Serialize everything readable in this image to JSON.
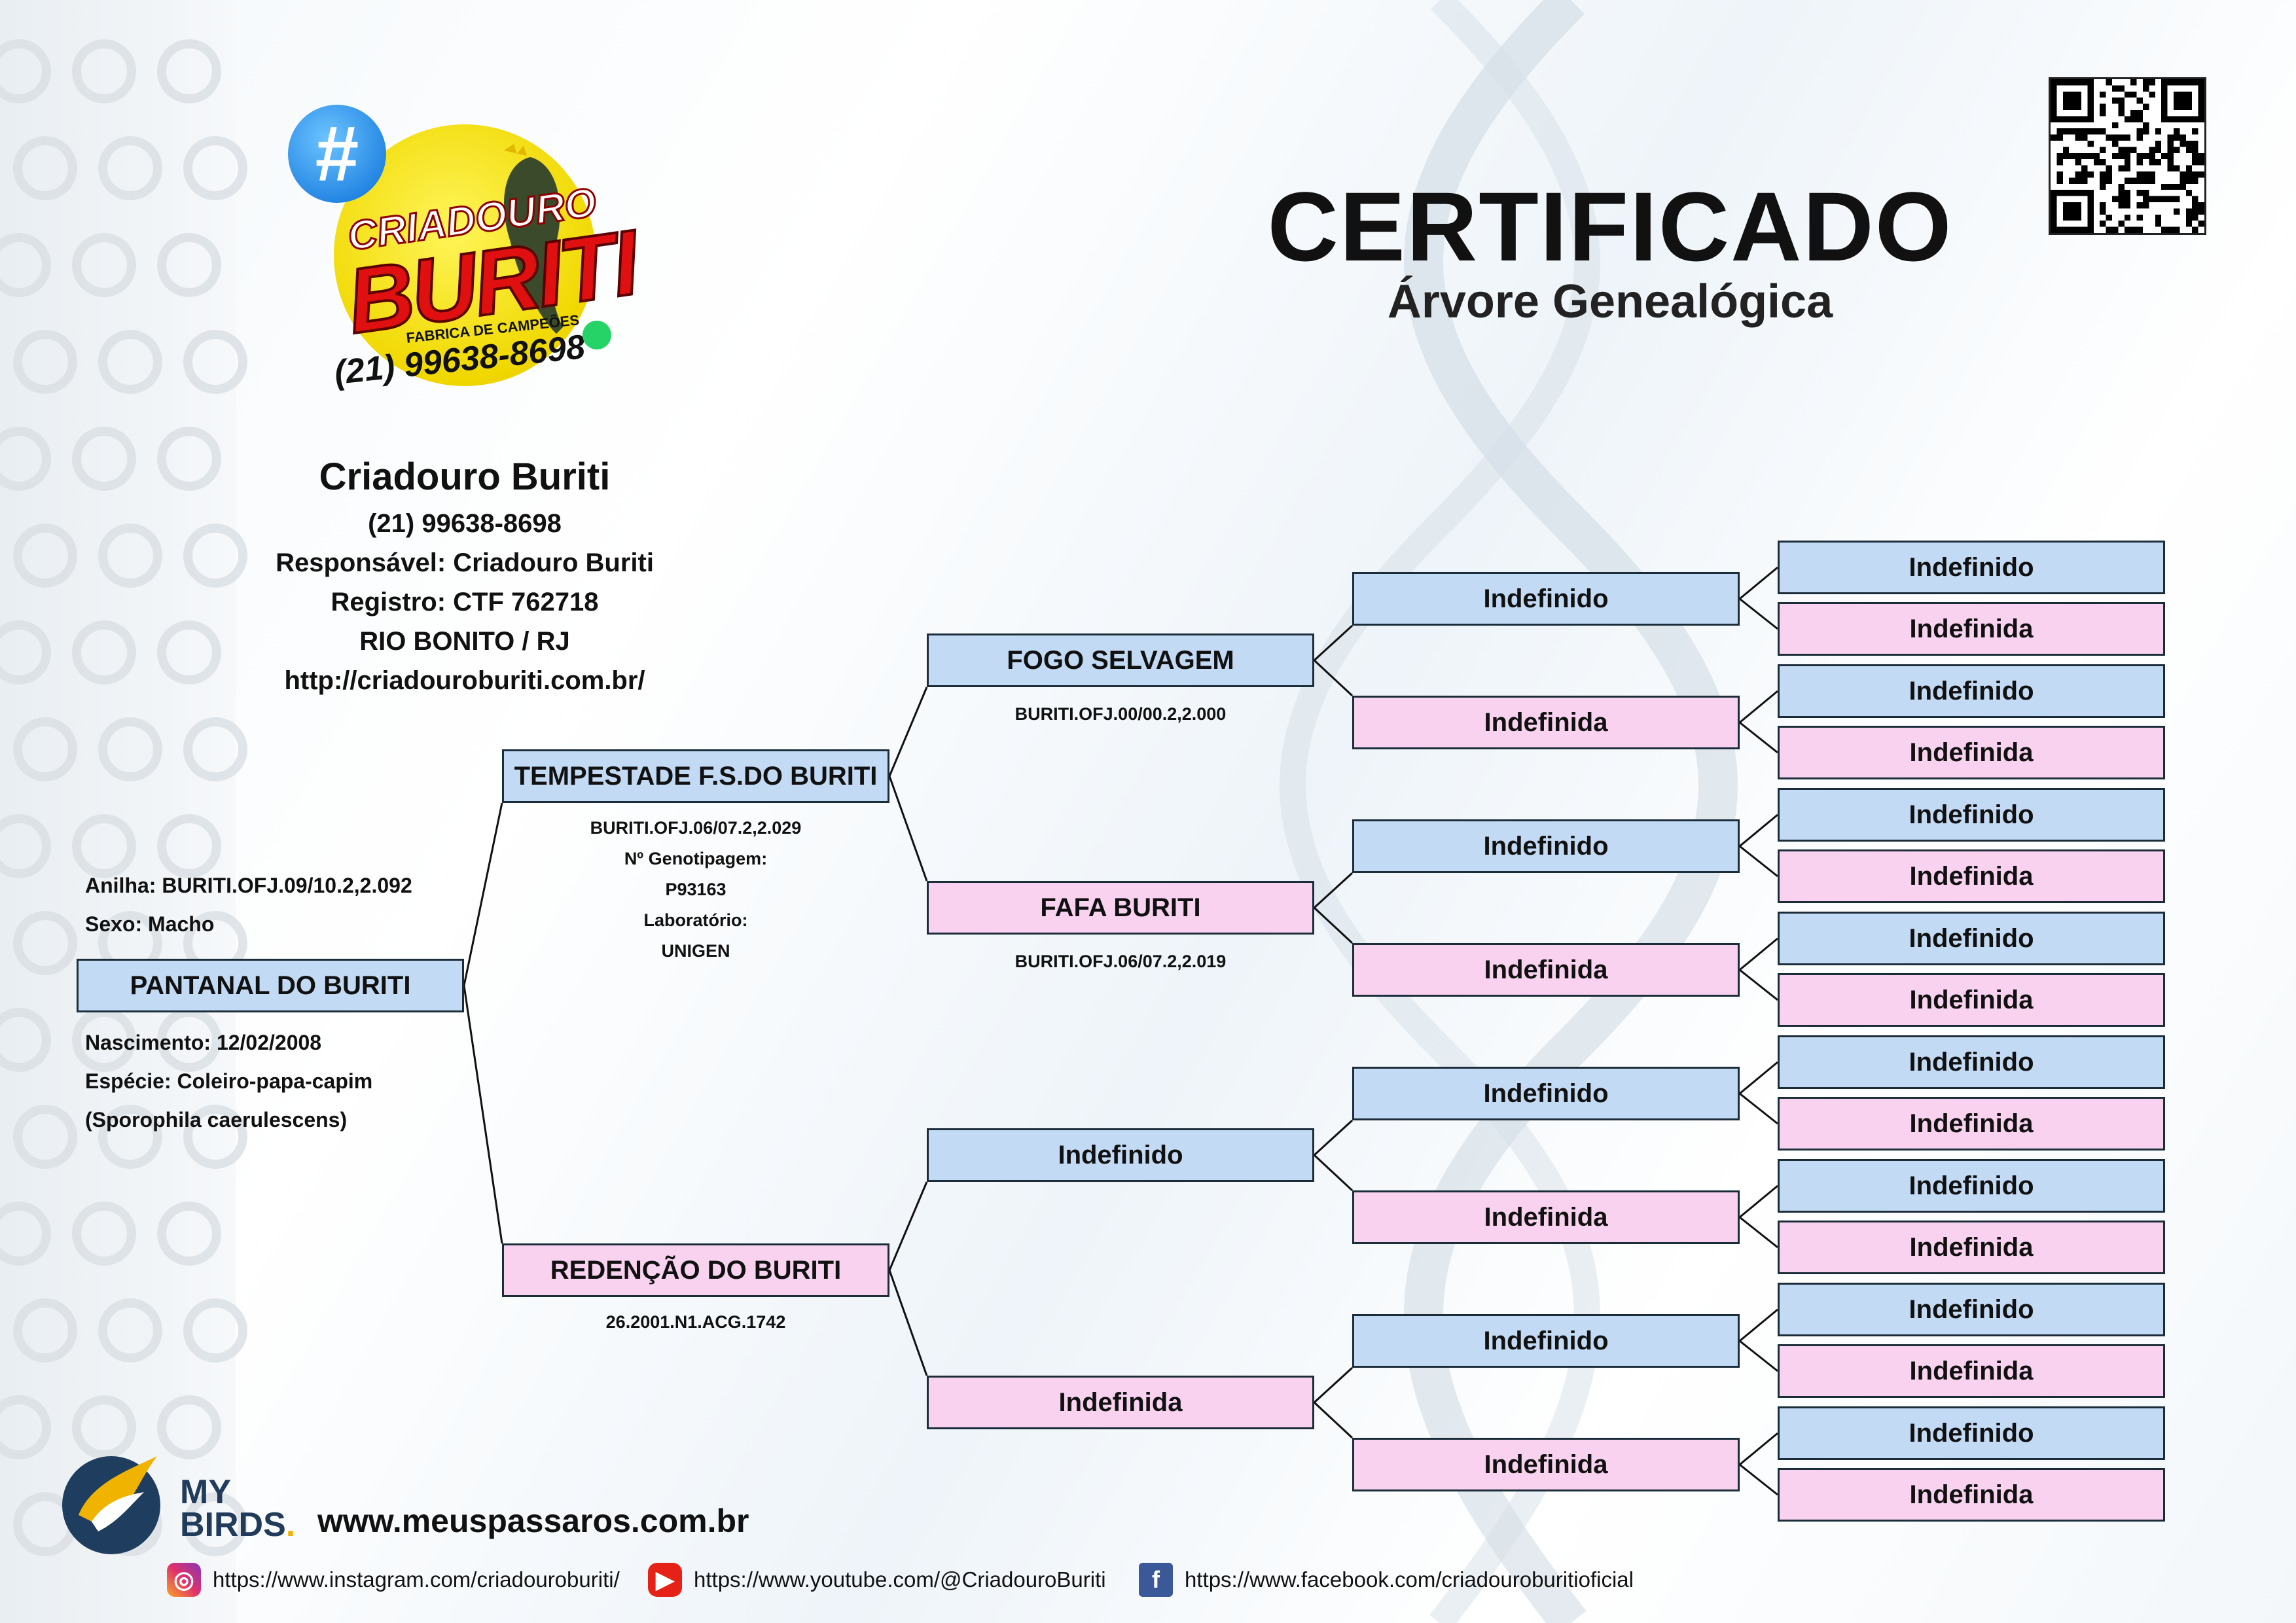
{
  "header": {
    "title": "CERTIFICADO",
    "subtitle": "Árvore Genealógica"
  },
  "logo": {
    "hashtag": "#",
    "line1": "CRIADOURO",
    "line2": "BURITI",
    "line3": "FABRICA DE CAMPEÕES",
    "phone": "(21) 99638-8698"
  },
  "breeder": {
    "name": "Criadouro Buriti",
    "phone": "(21) 99638-8698",
    "responsible": "Responsável: Criadouro Buriti",
    "registry": "Registro: CTF 762718",
    "location": "RIO BONITO / RJ",
    "website": "http://criadouroburiti.com.br/"
  },
  "bird": {
    "ring": "Anilha: BURITI.OFJ.09/10.2,2.092",
    "sex": "Sexo: Macho",
    "name": "PANTANAL DO BURITI",
    "birth": "Nascimento: 12/02/2008",
    "species": "Espécie: Coleiro-papa-capim",
    "scientific": "(Sporophila caerulescens)"
  },
  "parents": {
    "father": {
      "name": "TEMPESTADE F.S.DO BURITI",
      "ring": "BURITI.OFJ.06/07.2,2.029",
      "genotype_label": "Nº Genotipagem:",
      "genotype": "P93163",
      "lab_label": "Laboratório:",
      "lab": "UNIGEN"
    },
    "mother": {
      "name": "REDENÇÃO DO BURITI",
      "ring": "26.2001.N1.ACG.1742"
    }
  },
  "grandparents": [
    {
      "name": "FOGO SELVAGEM",
      "ring": "BURITI.OFJ.00/00.2,2.000"
    },
    {
      "name": "FAFA BURITI",
      "ring": "BURITI.OFJ.06/07.2,2.019"
    },
    {
      "name": "Indefinido",
      "ring": ""
    },
    {
      "name": "Indefinida",
      "ring": ""
    }
  ],
  "great_grandparents": [
    "Indefinido",
    "Indefinida",
    "Indefinido",
    "Indefinida",
    "Indefinido",
    "Indefinida",
    "Indefinido",
    "Indefinida"
  ],
  "great_great_grandparents": [
    "Indefinido",
    "Indefinida",
    "Indefinido",
    "Indefinida",
    "Indefinido",
    "Indefinida",
    "Indefinido",
    "Indefinida",
    "Indefinido",
    "Indefinida",
    "Indefinido",
    "Indefinida",
    "Indefinido",
    "Indefinida",
    "Indefinido",
    "Indefinida"
  ],
  "footer": {
    "brand_line1": "MY",
    "brand_line2": "BIRDS",
    "brand_dot": ".",
    "site": "www.meuspassaros.com.br",
    "instagram": "https://www.instagram.com/criadouroburiti/",
    "youtube": "https://www.youtube.com/@CriadouroBuriti",
    "facebook": "https://www.facebook.com/criadouroburitioficial"
  },
  "colors": {
    "male_box": "#c3daf5",
    "female_box": "#f8d2ef",
    "border": "#1c2d3a"
  }
}
